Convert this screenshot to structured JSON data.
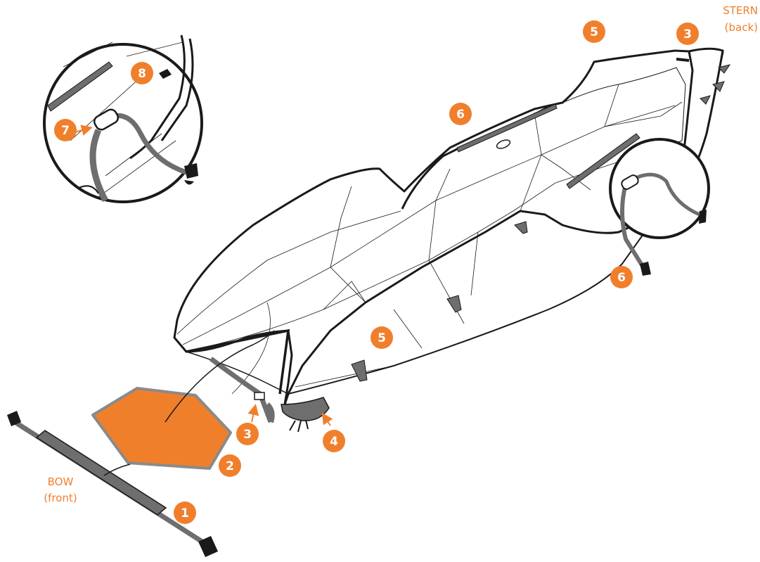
{
  "labels": {
    "stern": "STERN",
    "stern_sub": "(back)",
    "bow": "BOW",
    "bow_sub": "(front)"
  },
  "callouts": [
    "1",
    "2",
    "3",
    "3",
    "4",
    "5",
    "5",
    "6",
    "6",
    "7",
    "8"
  ],
  "colors": {
    "accent": "#f07f2c",
    "line": "#1a1a1a",
    "strap": "#6e6e6e",
    "pad_border": "#8a8a8a"
  }
}
